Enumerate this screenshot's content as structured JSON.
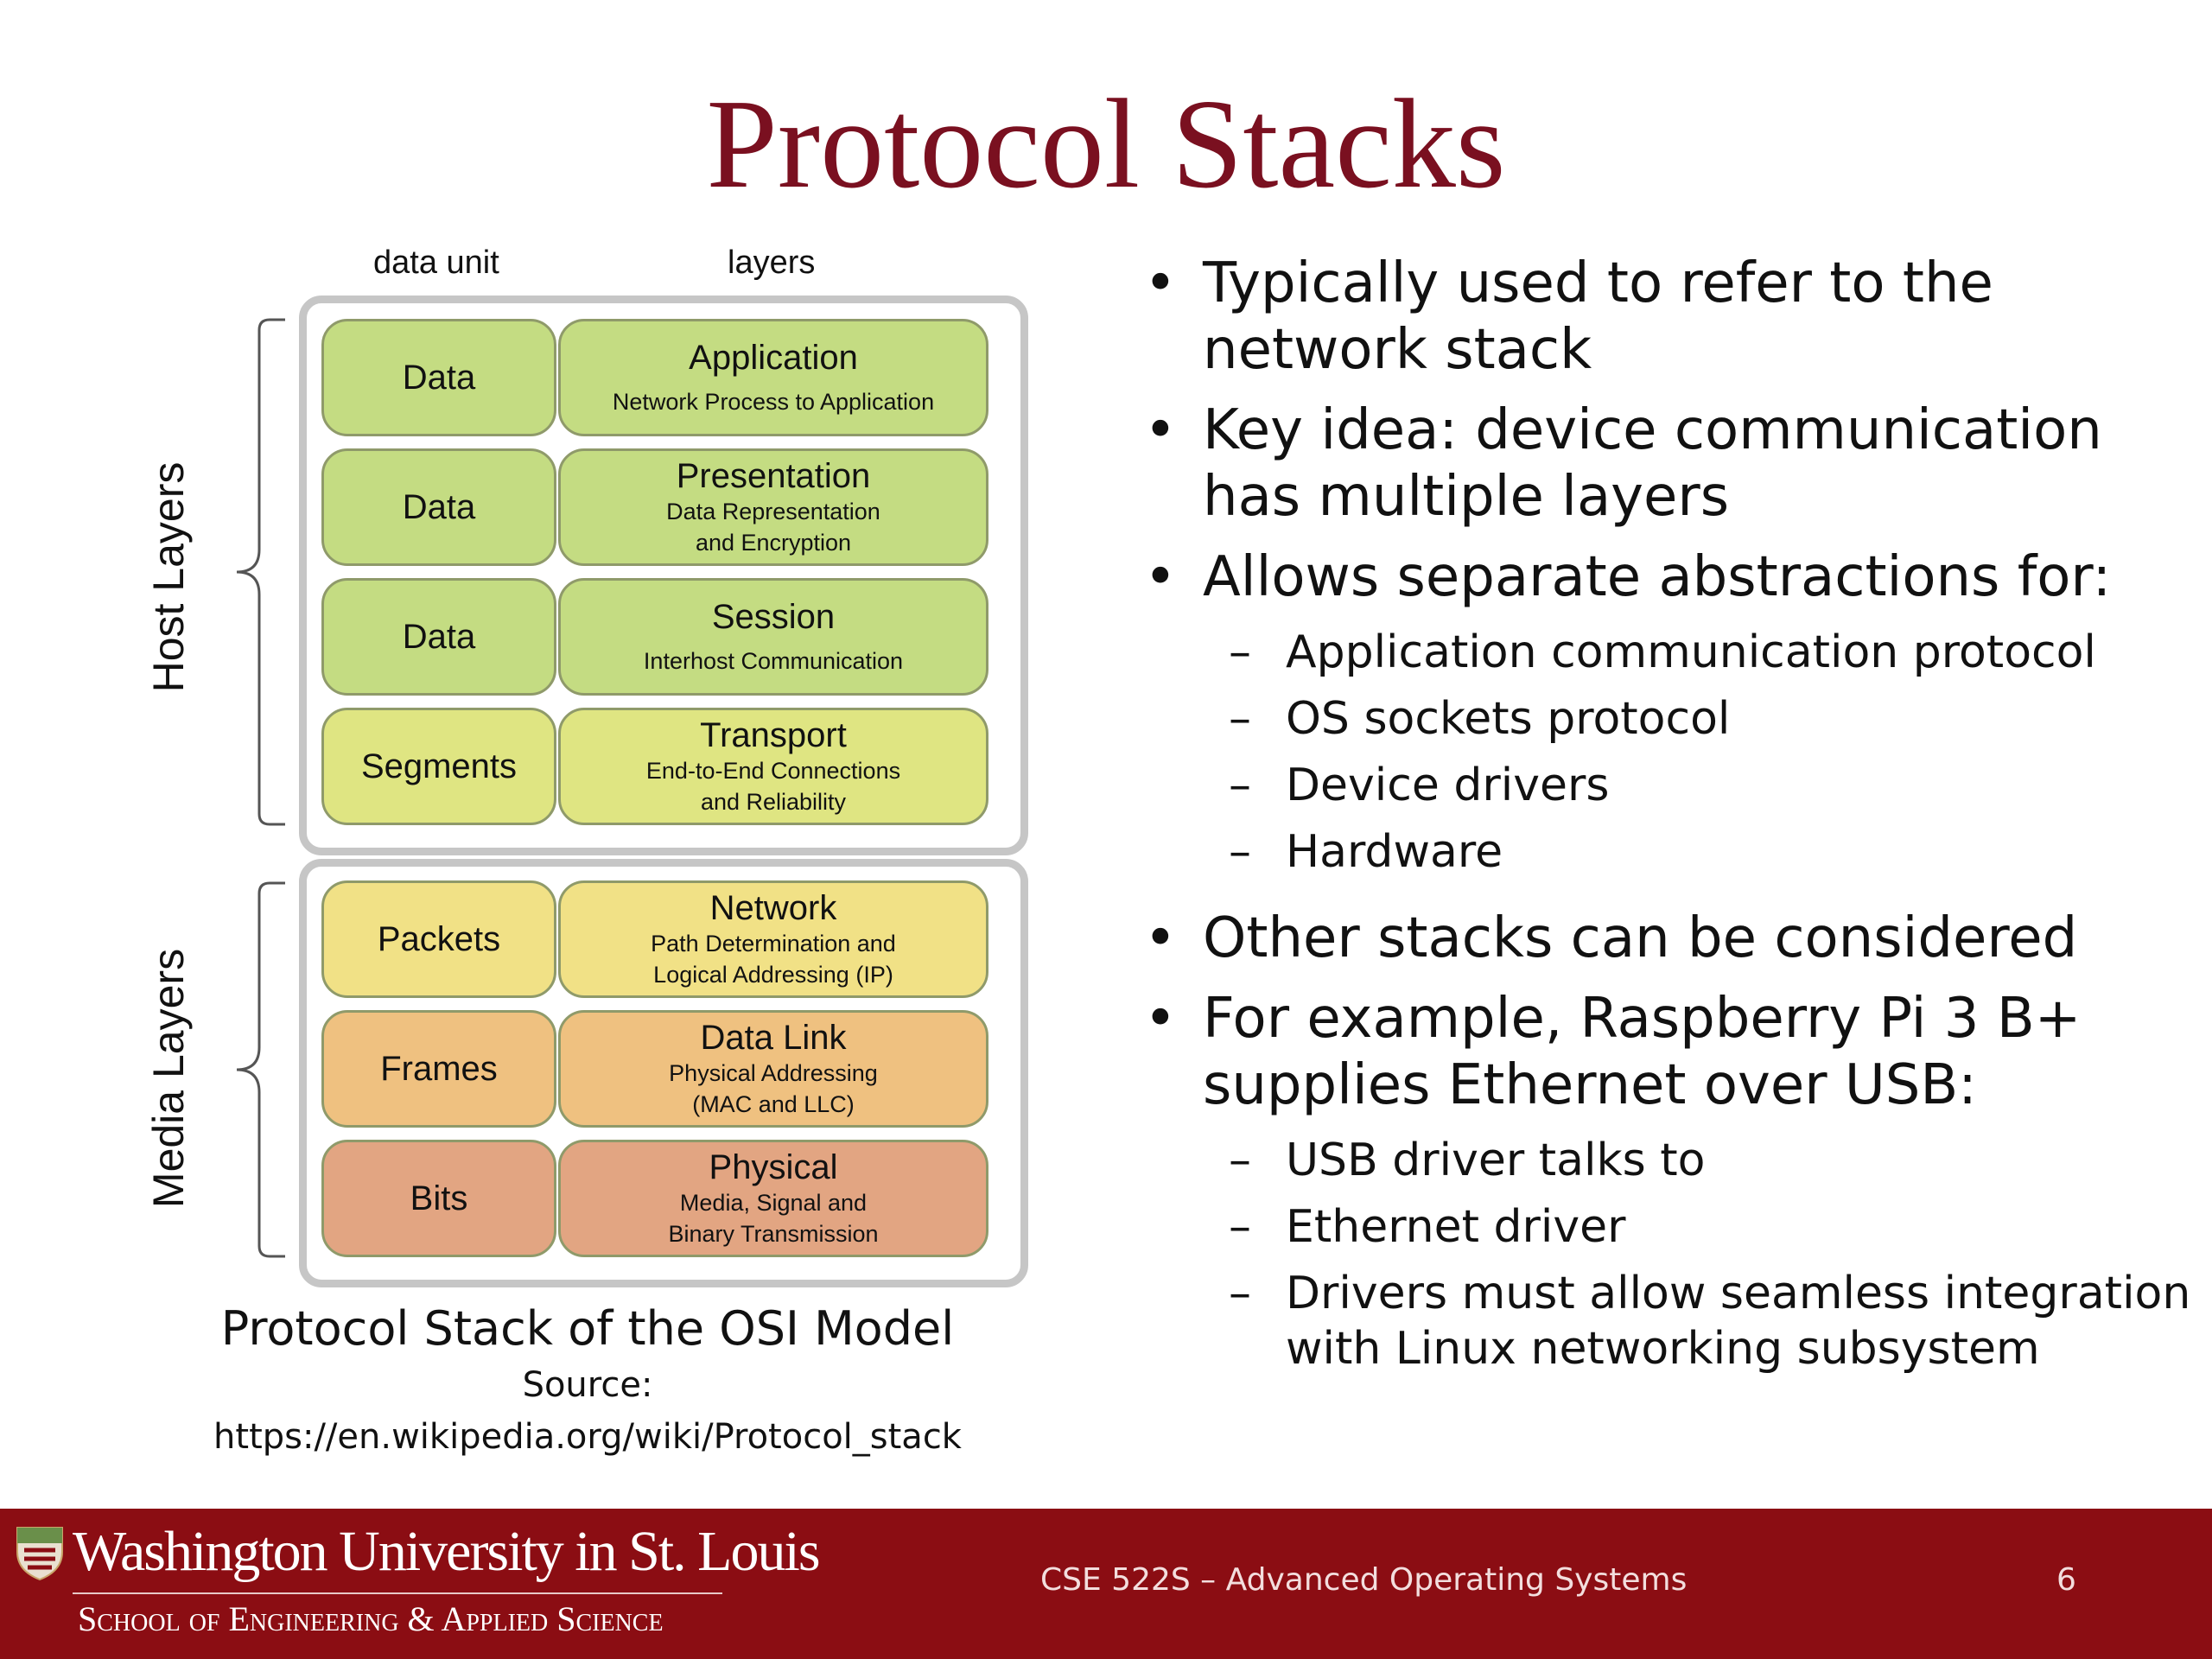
{
  "slide": {
    "title": "Protocol Stacks",
    "page_number": "6"
  },
  "diagram": {
    "headers": {
      "data_unit": "data unit",
      "layers": "layers"
    },
    "host_label": "Host Layers",
    "media_label": "Media Layers",
    "rows": [
      {
        "unit": "Data",
        "name": "Application",
        "desc1": "Network Process to Application",
        "desc2": "",
        "color": "#c4dc82"
      },
      {
        "unit": "Data",
        "name": "Presentation",
        "desc1": "Data Representation",
        "desc2": "and Encryption",
        "color": "#c4dc82"
      },
      {
        "unit": "Data",
        "name": "Session",
        "desc1": "Interhost Communication",
        "desc2": "",
        "color": "#c4dc82"
      },
      {
        "unit": "Segments",
        "name": "Transport",
        "desc1": "End-to-End Connections",
        "desc2": "and Reliability",
        "color": "#dfe582"
      },
      {
        "unit": "Packets",
        "name": "Network",
        "desc1": "Path Determination and",
        "desc2": "Logical Addressing (IP)",
        "color": "#f1e186"
      },
      {
        "unit": "Frames",
        "name": "Data Link",
        "desc1": "Physical Addressing",
        "desc2": "(MAC and LLC)",
        "color": "#efc180"
      },
      {
        "unit": "Bits",
        "name": "Physical",
        "desc1": "Media, Signal and",
        "desc2": "Binary Transmission",
        "color": "#e2a582"
      }
    ],
    "caption": "Protocol Stack of the OSI Model",
    "source_label": "Source:",
    "source_url": "https://en.wikipedia.org/wiki/Protocol_stack"
  },
  "bullets": [
    {
      "level": 1,
      "text": "Typically used to refer to the network stack"
    },
    {
      "level": 1,
      "text": "Key idea: device communication has multiple layers"
    },
    {
      "level": 1,
      "text": "Allows separate abstractions for:"
    },
    {
      "level": 2,
      "text": "Application communication protocol"
    },
    {
      "level": 2,
      "text": "OS sockets protocol"
    },
    {
      "level": 2,
      "text": "Device drivers"
    },
    {
      "level": 2,
      "text": "Hardware"
    },
    {
      "level": 1,
      "text": "Other stacks can be considered"
    },
    {
      "level": 1,
      "text": "For example, Raspberry Pi 3 B+ supplies Ethernet over USB:"
    },
    {
      "level": 2,
      "text": "USB driver talks to"
    },
    {
      "level": 2,
      "text": "Ethernet driver"
    },
    {
      "level": 2,
      "text": "Drivers must allow seamless integration with Linux networking subsystem"
    }
  ],
  "footer": {
    "university": "Washington University in St. Louis",
    "school": "School of Engineering & Applied Science",
    "course": "CSE 522S – Advanced Operating Systems"
  }
}
